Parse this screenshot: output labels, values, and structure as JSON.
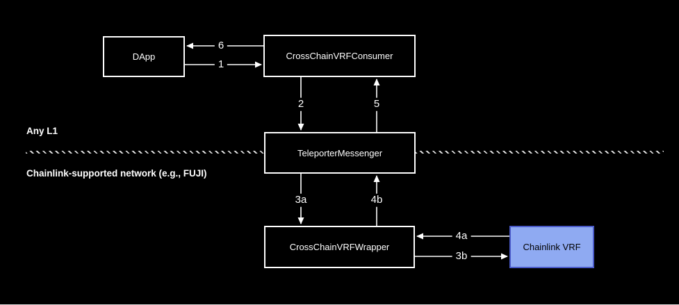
{
  "diagram": {
    "description": "Cross-chain VRF flow diagram",
    "colors": {
      "background": "#000000",
      "line": "#ffffff",
      "node_border": "#ffffff",
      "node_text": "#ffffff",
      "divider": "#d9d9d9",
      "chainlink_fill": "#8faaf2",
      "chainlink_border": "#4a5ac8",
      "chainlink_text": "#000000"
    }
  },
  "regions": {
    "top": "Any L1",
    "bottom": "Chainlink-supported network (e.g., FUJI)"
  },
  "nodes": {
    "dapp": {
      "label": "DApp"
    },
    "consumer": {
      "label": "CrossChainVRFConsumer"
    },
    "teleporter": {
      "label": "TeleporterMessenger"
    },
    "wrapper": {
      "label": "CrossChainVRFWrapper"
    },
    "chainlink_vrf": {
      "label": "Chainlink VRF",
      "fill": "#8faaf2",
      "border": "#4a5ac8",
      "text_color": "#000000",
      "style": "background:#8faaf2;border-color:#4a5ac8;color:#000000;"
    }
  },
  "edges": {
    "e1": {
      "label": "1",
      "from": "DApp",
      "to": "CrossChainVRFConsumer"
    },
    "e2": {
      "label": "2",
      "from": "CrossChainVRFConsumer",
      "to": "TeleporterMessenger"
    },
    "e3a": {
      "label": "3a",
      "from": "TeleporterMessenger",
      "to": "CrossChainVRFWrapper"
    },
    "e3b": {
      "label": "3b",
      "from": "CrossChainVRFWrapper",
      "to": "Chainlink VRF"
    },
    "e4a": {
      "label": "4a",
      "from": "Chainlink VRF",
      "to": "CrossChainVRFWrapper"
    },
    "e4b": {
      "label": "4b",
      "from": "CrossChainVRFWrapper",
      "to": "TeleporterMessenger"
    },
    "e5": {
      "label": "5",
      "from": "TeleporterMessenger",
      "to": "CrossChainVRFConsumer"
    },
    "e6": {
      "label": "6",
      "from": "CrossChainVRFConsumer",
      "to": "DApp"
    }
  }
}
